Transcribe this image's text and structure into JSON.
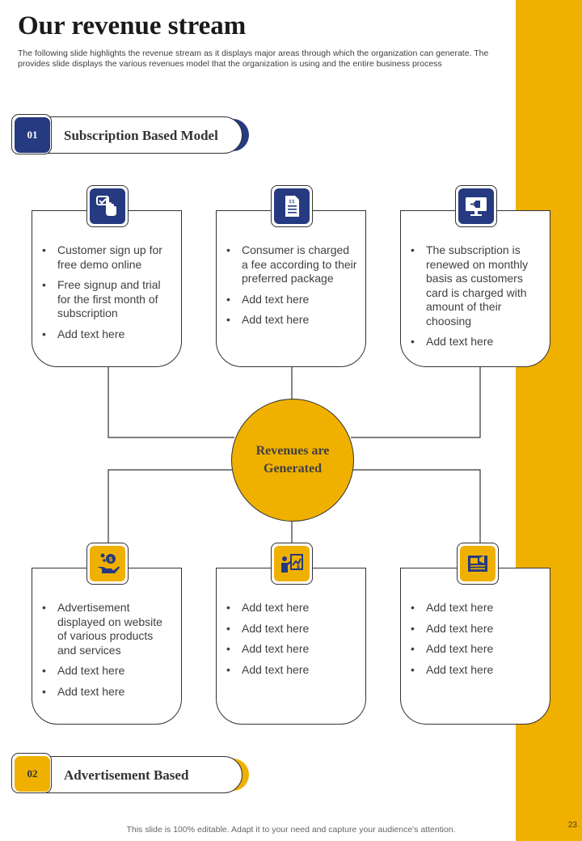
{
  "header": {
    "title": "Our revenue stream",
    "description": "The following slide highlights the revenue stream as it displays major areas through which the organization can generate. The provides slide displays the various revenues model that the organization is using and the entire business process"
  },
  "colors": {
    "navy": "#253A80",
    "gold": "#F0B000",
    "text": "#404040"
  },
  "sections": [
    {
      "number": "01",
      "label": "Subscription Based Model",
      "color": "#253A80"
    },
    {
      "number": "02",
      "label": "Advertisement Based",
      "color": "#F0B000"
    }
  ],
  "center": {
    "line1": "Revenues are",
    "line2": "Generated"
  },
  "top_cards": [
    {
      "icon": "click-pointer-icon",
      "bullets": [
        "Customer sign up for free demo online",
        "Free signup and trial for the first month of subscription",
        "Add text here"
      ]
    },
    {
      "icon": "invoice-document-icon",
      "bullets": [
        "Consumer is charged a fee according to their preferred package",
        "Add text here",
        "Add text here"
      ]
    },
    {
      "icon": "monitor-login-icon",
      "bullets": [
        "The subscription is renewed on monthly basis as customers card is charged with amount of their choosing",
        "Add text here"
      ]
    }
  ],
  "bottom_cards": [
    {
      "icon": "hand-money-icon",
      "bullets": [
        "Advertisement displayed on website of various products and services",
        "Add text here",
        "Add text here"
      ]
    },
    {
      "icon": "presentation-chart-icon",
      "bullets": [
        "Add text here",
        "Add text here",
        "Add text here",
        "Add text here"
      ]
    },
    {
      "icon": "advertisement-board-icon",
      "bullets": [
        "Add text here",
        "Add text here",
        "Add text here",
        "Add text here"
      ]
    }
  ],
  "footer": {
    "text": "This slide is 100% editable. Adapt it to your need and capture your audience's attention.",
    "page": "23"
  }
}
